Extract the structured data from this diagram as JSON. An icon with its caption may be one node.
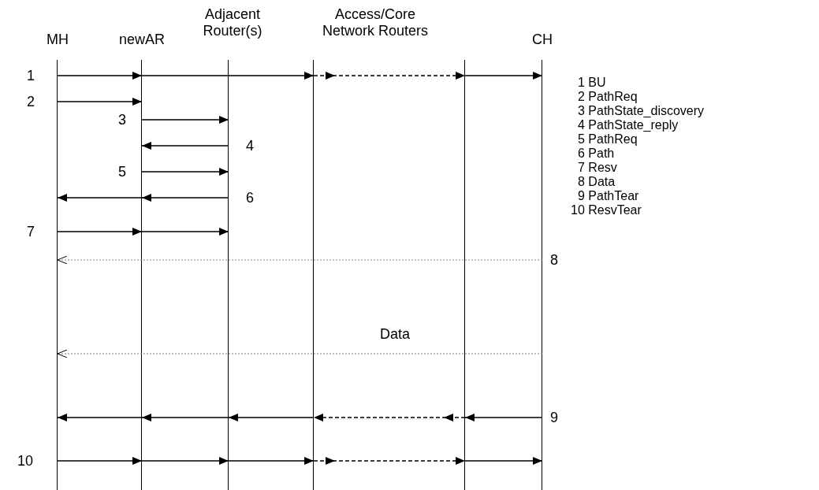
{
  "diagram": {
    "nodes": [
      {
        "text": [
          "MH"
        ]
      },
      {
        "text": [
          "newAR"
        ]
      },
      {
        "text": [
          "Adjacent Router(s)"
        ]
      },
      {
        "text": [
          "Access/Core Network Routers"
        ]
      },
      {
        "text": [],
        "shape": "line"
      },
      {
        "text": [
          "CH"
        ]
      }
    ],
    "edges": [
      {
        "from": 0,
        "to": 1,
        "arrow": "to"
      },
      {
        "from": 1,
        "to": 3,
        "arrow": "to"
      },
      {
        "from": 3,
        "to": 4,
        "arrow": "to",
        "style": "dashed"
      },
      {
        "from": 4,
        "to": 5,
        "arrow": "to"
      },
      {
        "from": 0,
        "to": 1,
        "arrow": "to"
      },
      {
        "from": 1,
        "to": 2,
        "arrow": "to"
      },
      {
        "from": 2,
        "to": 1,
        "arrow": "to"
      },
      {
        "from": 1,
        "to": 2,
        "arrow": "to"
      },
      {
        "from": 2,
        "to": 1,
        "arrow": "to"
      },
      {
        "from": 1,
        "to": 0,
        "arrow": "to"
      },
      {
        "from": 0,
        "to": 1,
        "arrow": "to"
      },
      {
        "from": 1,
        "to": 2,
        "arrow": "to"
      },
      {
        "from": 5,
        "to": 0,
        "arrow": "to",
        "style": "dashed",
        "color": "#808080"
      },
      {
        "from": 5,
        "to": 0,
        "arrow": "to",
        "style": "dashed",
        "color": "#808080"
      },
      {
        "from": 5,
        "to": 4,
        "arrow": "to"
      },
      {
        "from": 4,
        "to": 3,
        "arrow": "to",
        "style": "dashed"
      },
      {
        "from": 3,
        "to": 2,
        "arrow": "to"
      },
      {
        "from": 2,
        "to": 1,
        "arrow": "to"
      },
      {
        "from": 1,
        "to": 0,
        "arrow": "to"
      },
      {
        "from": 0,
        "to": 1,
        "arrow": "to"
      },
      {
        "from": 1,
        "to": 2,
        "arrow": "to"
      },
      {
        "from": 2,
        "to": 3,
        "arrow": "to"
      },
      {
        "from": 3,
        "to": 4,
        "arrow": "to",
        "style": "dashed"
      },
      {
        "from": 4,
        "to": 5,
        "arrow": "to"
      }
    ],
    "labels": [
      "1",
      "2",
      "3",
      "4",
      "5",
      "6",
      "7",
      "8",
      "Data",
      "9",
      "10",
      "1 BU",
      "2 PathReq",
      "3 PathState_discovery",
      "4 PathState_reply",
      "5 PathReq",
      "6 Path",
      "7 Resv",
      "8 Data",
      "9 PathTear",
      "10 ResvTear"
    ]
  }
}
